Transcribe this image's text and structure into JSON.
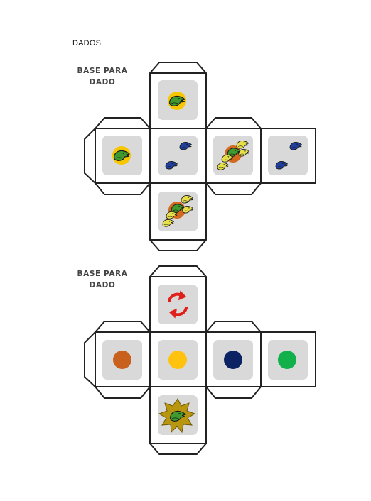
{
  "title": "DADOS",
  "dice": [
    {
      "label_line1": "BASE PARA",
      "label_line2": "DADO",
      "faces": [
        {
          "id": "top",
          "symbol": "one-bird-on-yellow"
        },
        {
          "id": "left",
          "symbol": "one-bird-on-yellow"
        },
        {
          "id": "center",
          "symbol": "two-blue-birds"
        },
        {
          "id": "right",
          "symbol": "bird-flock-orange"
        },
        {
          "id": "far-right",
          "symbol": "two-blue-birds"
        },
        {
          "id": "bottom",
          "symbol": "bird-flock-orange"
        }
      ]
    },
    {
      "label_line1": "BASE PARA",
      "label_line2": "DADO",
      "faces": [
        {
          "id": "top",
          "symbol": "red-refresh-arrows"
        },
        {
          "id": "left",
          "symbol": "dot",
          "color": "#C8601E"
        },
        {
          "id": "center",
          "symbol": "dot",
          "color": "#FFC20E"
        },
        {
          "id": "right",
          "symbol": "dot",
          "color": "#0B2363"
        },
        {
          "id": "far-right",
          "symbol": "dot",
          "color": "#12B04A"
        },
        {
          "id": "bottom",
          "symbol": "bird-on-gold-star"
        }
      ]
    }
  ],
  "colors": {
    "outline": "#222222",
    "tile": "#D9D9D9",
    "bird_green": "#3F9B2E",
    "bird_blue": "#1F3F9B",
    "bird_yellow": "#E8E04A",
    "yellow_disc": "#F7C600",
    "orange_disc": "#D2691E",
    "red_arrows": "#E0201B",
    "gold_star": "#B8960F"
  }
}
